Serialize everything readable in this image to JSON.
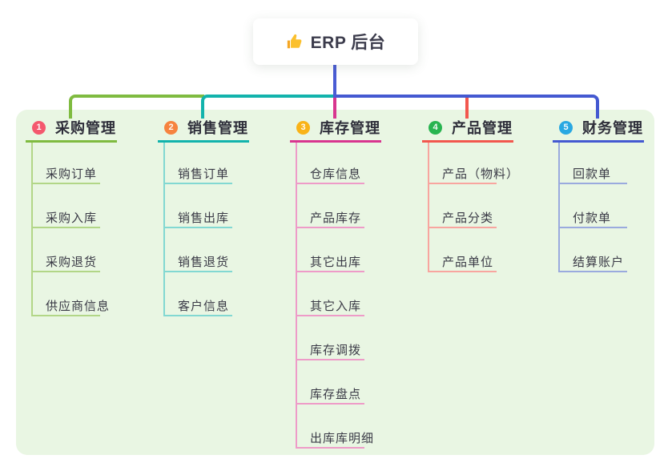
{
  "root": {
    "label": "ERP 后台",
    "icon": "thumbs-up-icon"
  },
  "colors": {
    "canvas_bg": "#ffffff",
    "panel_bg": "#e9f6e3",
    "root_line": "#4a5cd4",
    "title_text": "#2e2e3a",
    "child_text": "#3a3a46"
  },
  "branches": [
    {
      "index": "1",
      "label": "采购管理",
      "badge_color": "#f4586e",
      "line_color": "#7fbb40",
      "child_line_color": "#b2d687",
      "children": [
        "采购订单",
        "采购入库",
        "采购退货",
        "供应商信息"
      ]
    },
    {
      "index": "2",
      "label": "销售管理",
      "badge_color": "#f6833f",
      "line_color": "#12b3ac",
      "child_line_color": "#82d8d2",
      "children": [
        "销售订单",
        "销售出库",
        "销售退货",
        "客户信息"
      ]
    },
    {
      "index": "3",
      "label": "库存管理",
      "badge_color": "#f9b317",
      "line_color": "#d8358f",
      "child_line_color": "#ee9bc8",
      "children": [
        "仓库信息",
        "产品库存",
        "其它出库",
        "其它入库",
        "库存调拨",
        "库存盘点",
        "出库库明细"
      ]
    },
    {
      "index": "4",
      "label": "产品管理",
      "badge_color": "#28b450",
      "line_color": "#f2574e",
      "child_line_color": "#f8a59f",
      "children": [
        "产品（物料）",
        "产品分类",
        "产品单位"
      ]
    },
    {
      "index": "5",
      "label": "财务管理",
      "badge_color": "#29a8e2",
      "line_color": "#4459d1",
      "child_line_color": "#9aaade",
      "children": [
        "回款单",
        "付款单",
        "结算账户"
      ]
    }
  ]
}
